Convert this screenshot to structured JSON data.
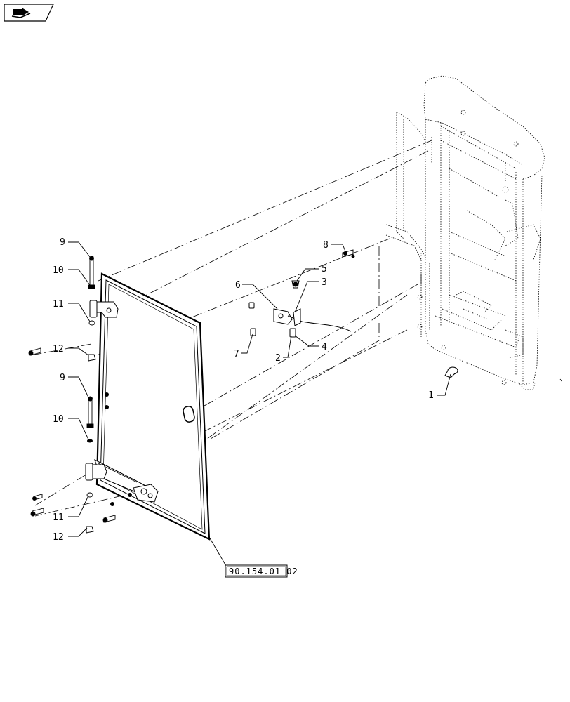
{
  "nav": {
    "icon": "page-forward-icon"
  },
  "callouts": [
    {
      "id": "callout-9a",
      "text": "9"
    },
    {
      "id": "callout-10a",
      "text": "10"
    },
    {
      "id": "callout-11a",
      "text": "11"
    },
    {
      "id": "callout-12a",
      "text": "12"
    },
    {
      "id": "callout-9b",
      "text": "9"
    },
    {
      "id": "callout-10b",
      "text": "10"
    },
    {
      "id": "callout-11b",
      "text": "11"
    },
    {
      "id": "callout-12b",
      "text": "12"
    },
    {
      "id": "callout-8",
      "text": "8"
    },
    {
      "id": "callout-5",
      "text": "5"
    },
    {
      "id": "callout-6",
      "text": "6"
    },
    {
      "id": "callout-3",
      "text": "3"
    },
    {
      "id": "callout-7",
      "text": "7"
    },
    {
      "id": "callout-2",
      "text": "2"
    },
    {
      "id": "callout-4",
      "text": "4"
    },
    {
      "id": "callout-1",
      "text": "1"
    }
  ],
  "reference": {
    "text": "90.154.01 02"
  }
}
